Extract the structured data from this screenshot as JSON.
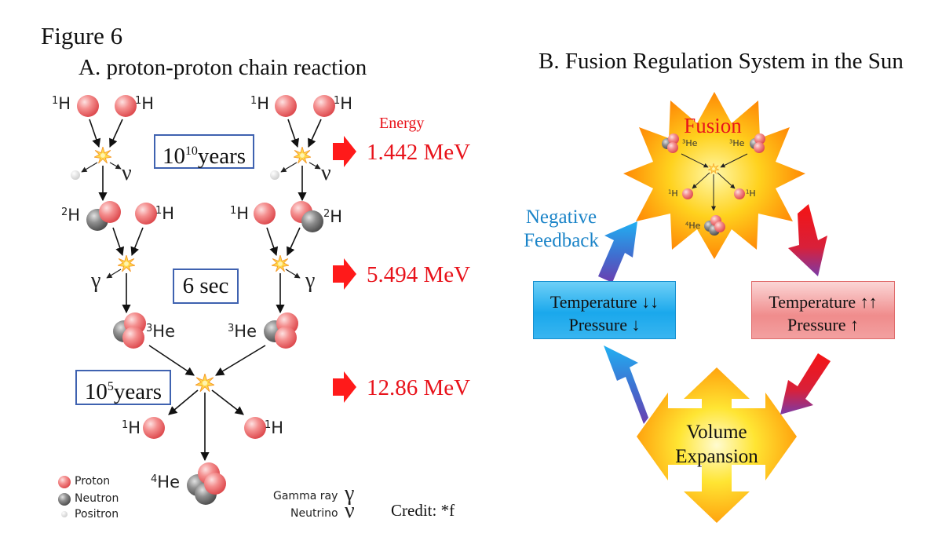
{
  "figure_label": "Figure 6",
  "panel_a": {
    "title": "A. proton-proton chain reaction",
    "h1": "H",
    "h2": "H",
    "he3": "He",
    "he4": "He",
    "mass_1": "1",
    "mass_2": "2",
    "mass_3": "3",
    "mass_4": "4",
    "nu": "ν",
    "gamma": "γ",
    "time_1_base": "10",
    "time_1_exp": "10",
    "time_1_unit": "years",
    "time_2": "6 sec",
    "time_3_base": "10",
    "time_3_exp": "5",
    "time_3_unit": "years",
    "energy_heading": "Energy",
    "energy_values": [
      "1.442 MeV",
      "5.494 MeV",
      "12.86 MeV"
    ],
    "legend": {
      "proton": "Proton",
      "neutron": "Neutron",
      "positron": "Positron",
      "gamma_ray": "Gamma ray",
      "neutrino": "Neutrino"
    },
    "credit": "Credit: *f"
  },
  "panel_b": {
    "title": "B. Fusion Regulation System in the Sun",
    "fusion": "Fusion",
    "he": "He",
    "h": "H",
    "mass_1": "1",
    "mass_3": "3",
    "mass_4": "4",
    "negative_feedback": [
      "Negative",
      "Feedback"
    ],
    "cool_box": [
      "Temperature ↓↓",
      "Pressure ↓"
    ],
    "heat_box": [
      "Temperature ↑↑",
      "Pressure ↑"
    ],
    "volume": [
      "Volume",
      "Expansion"
    ]
  },
  "colors": {
    "energy_red": "#e8131b",
    "box_border_blue": "#3f62b0",
    "feedback_blue": "#1b84c8"
  }
}
